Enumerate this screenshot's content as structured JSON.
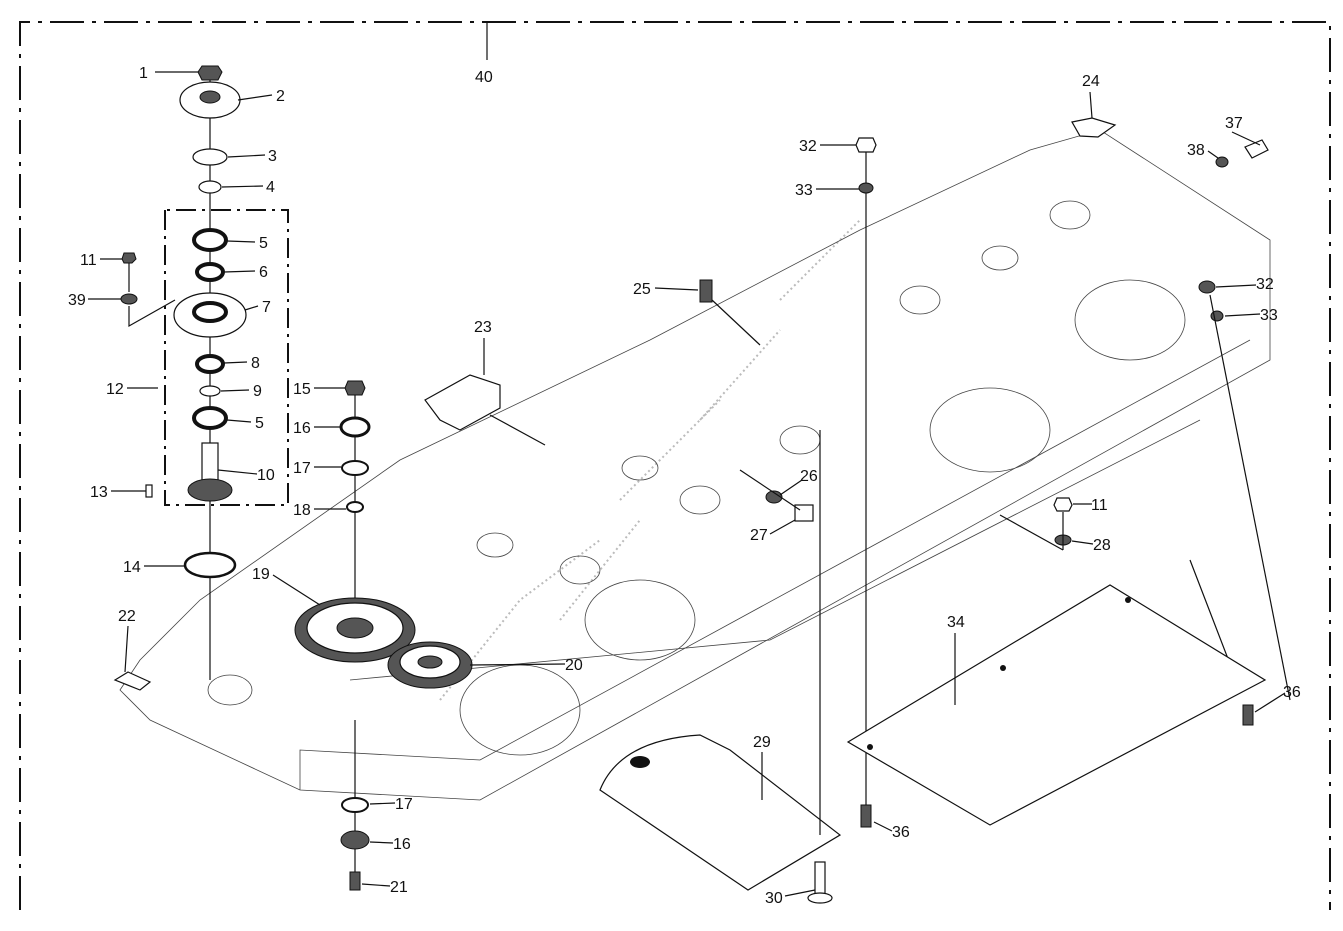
{
  "diagram": {
    "type": "exploded-parts-drawing",
    "callouts": [
      "1",
      "2",
      "3",
      "4",
      "5",
      "6",
      "7",
      "11",
      "39",
      "8",
      "9",
      "12",
      "5",
      "15",
      "16",
      "17",
      "18",
      "10",
      "13",
      "14",
      "19",
      "20",
      "22",
      "23",
      "24",
      "25",
      "26",
      "27",
      "28",
      "11",
      "32",
      "33",
      "37",
      "38",
      "32",
      "33",
      "34",
      "36",
      "29",
      "17",
      "16",
      "21",
      "30",
      "36",
      "40"
    ]
  }
}
